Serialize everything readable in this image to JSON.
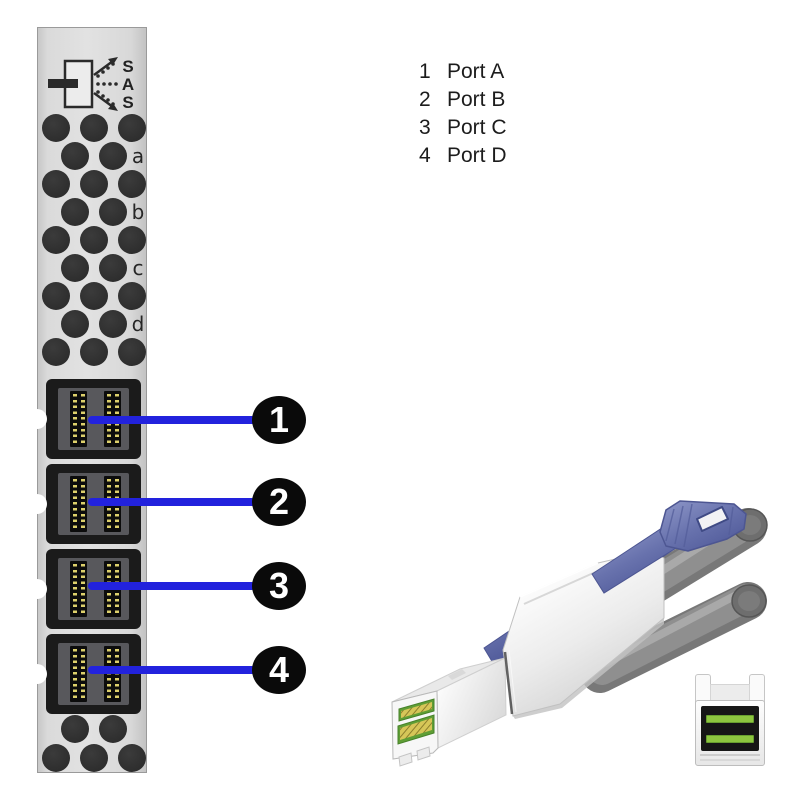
{
  "figure": {
    "type": "hardware-diagram",
    "description": "SAS module faceplate with four mini-SAS HD ports, numbered callouts, and external SAS cable connector"
  },
  "panel": {
    "sas_letters": [
      "S",
      "A",
      "S"
    ],
    "vent_labels": [
      "a",
      "b",
      "c",
      "d"
    ],
    "ports": [
      {
        "callout": "1"
      },
      {
        "callout": "2"
      },
      {
        "callout": "3"
      },
      {
        "callout": "4"
      }
    ]
  },
  "legend": {
    "items": [
      {
        "number": "1",
        "label": "Port A"
      },
      {
        "number": "2",
        "label": "Port B"
      },
      {
        "number": "3",
        "label": "Port C"
      },
      {
        "number": "4",
        "label": "Port D"
      }
    ]
  },
  "colors": {
    "callout_line": "#2222dd",
    "callout_bubble": "#0a0a0a",
    "pull_tab_blue": "#6872ad",
    "contact_green": "#8dc63f",
    "pin_gold": "#ddd06b",
    "panel_gray": "#d9d9d9"
  }
}
